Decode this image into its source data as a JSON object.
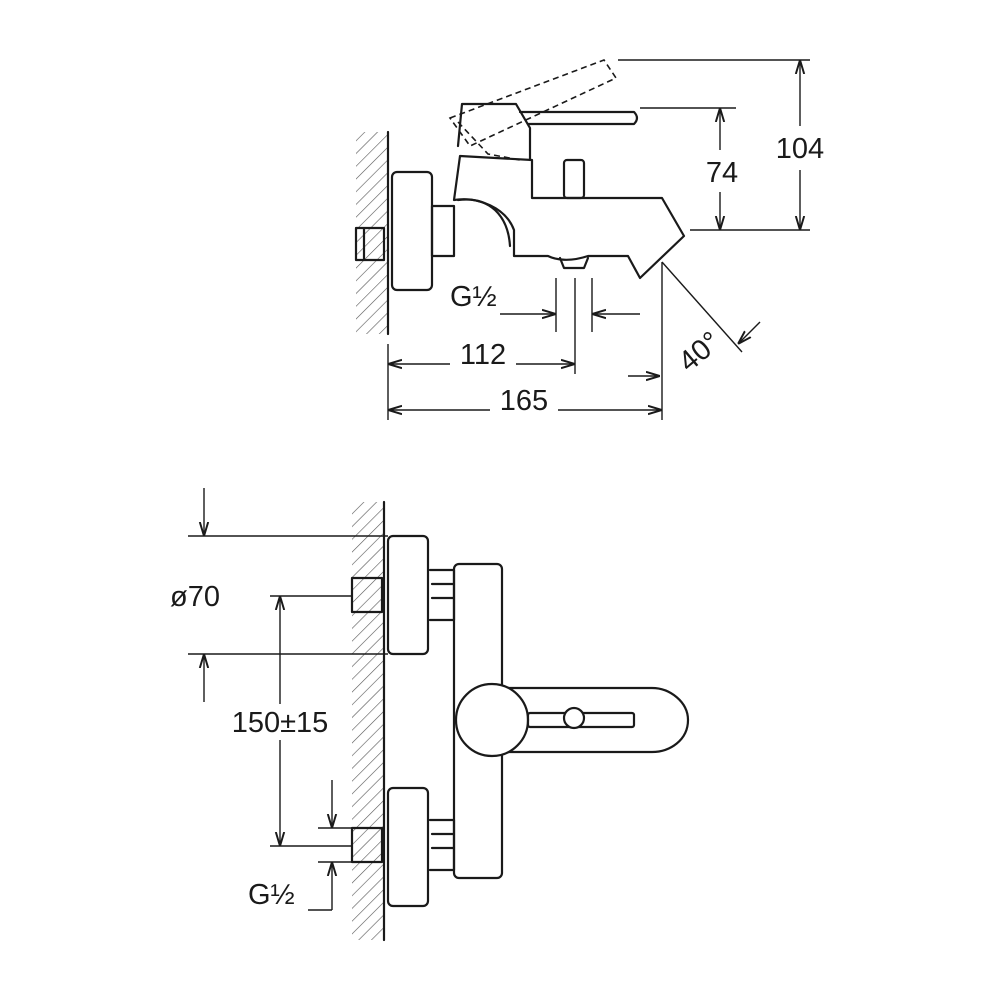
{
  "dimensions": {
    "height_total": "104",
    "height_spout": "74",
    "length_outlet": "112",
    "length_total": "165",
    "spout_angle": "40°",
    "thread_top": "G½",
    "flange_diameter": "ø70",
    "center_distance": "150±15",
    "thread_bottom": "G½"
  }
}
